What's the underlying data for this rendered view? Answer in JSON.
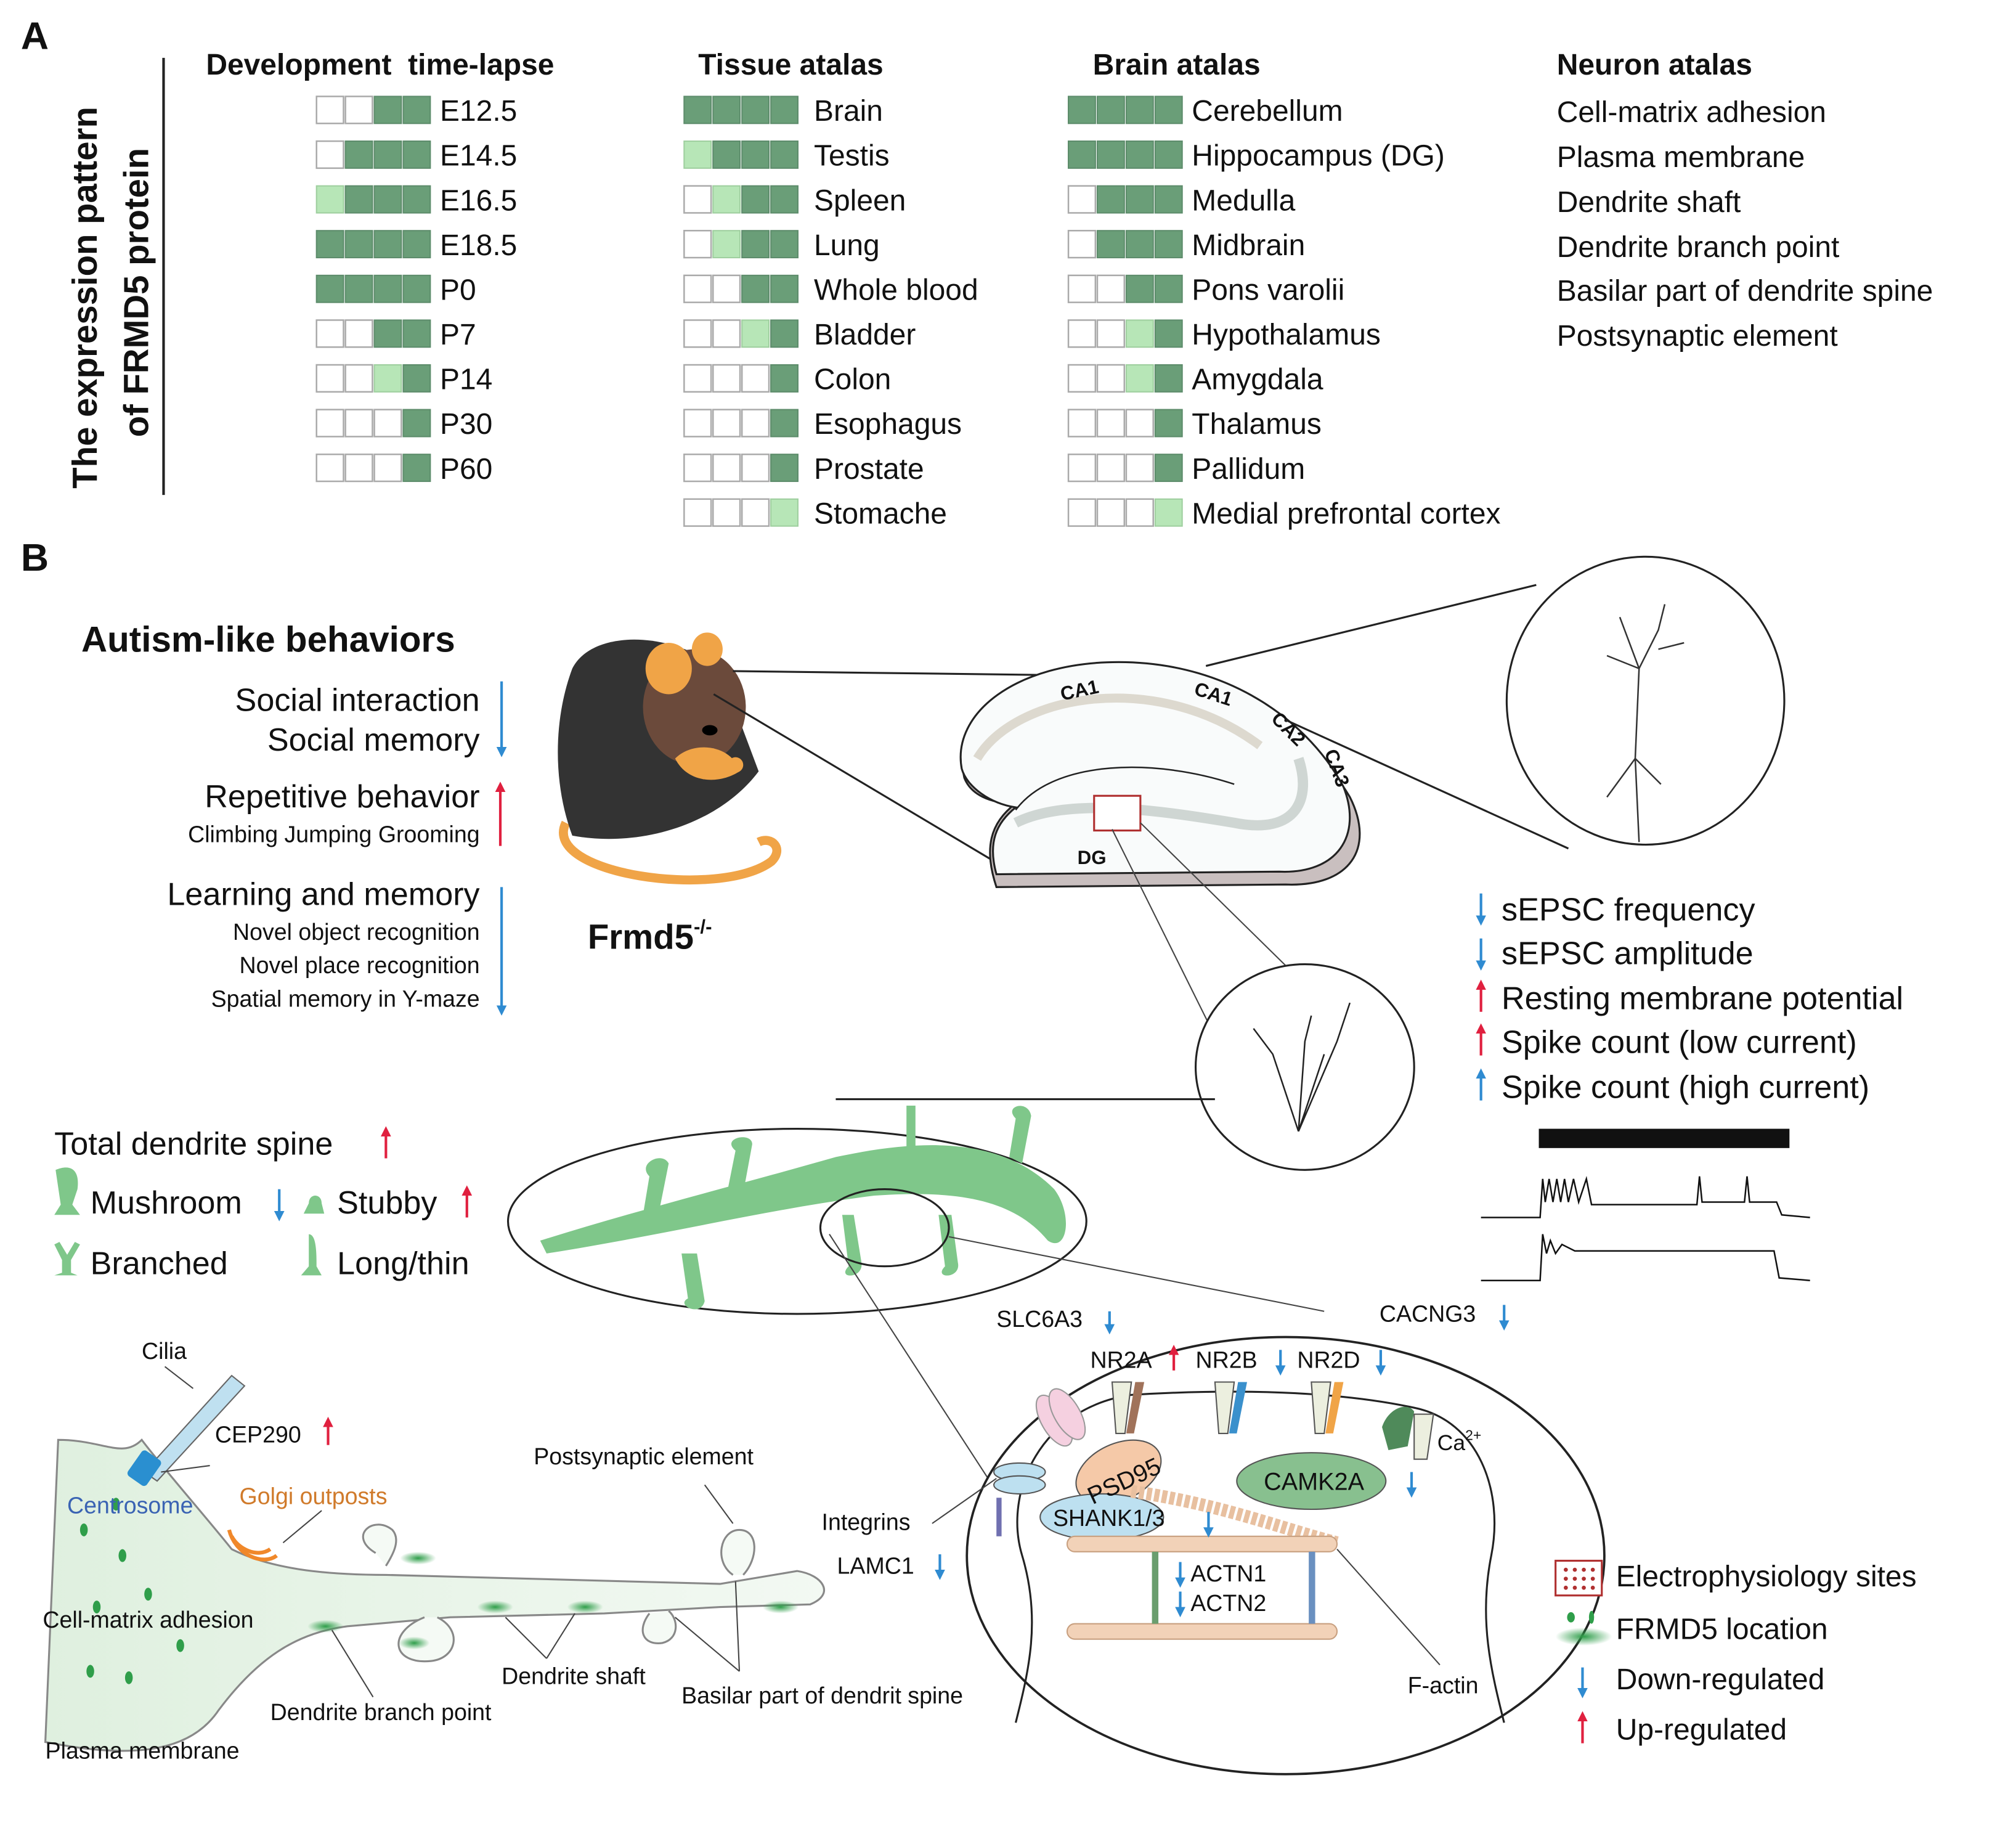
{
  "panel_a": {
    "label": "A",
    "y_axis_title_line1": "The expression pattern",
    "y_axis_title_line2": "of FRMD5 protein",
    "levels_legend": {
      "0": "empty",
      "1": "light",
      "2": "dark"
    },
    "development": {
      "title": "Development  time-lapse",
      "rows": [
        {
          "label": "E12.5",
          "cells": [
            0,
            0,
            2,
            2
          ]
        },
        {
          "label": "E14.5",
          "cells": [
            0,
            2,
            2,
            2
          ]
        },
        {
          "label": "E16.5",
          "cells": [
            1,
            2,
            2,
            2
          ]
        },
        {
          "label": "E18.5",
          "cells": [
            2,
            2,
            2,
            2
          ]
        },
        {
          "label": "P0",
          "cells": [
            2,
            2,
            2,
            2
          ]
        },
        {
          "label": "P7",
          "cells": [
            0,
            0,
            2,
            2
          ]
        },
        {
          "label": "P14",
          "cells": [
            0,
            0,
            1,
            2
          ]
        },
        {
          "label": "P30",
          "cells": [
            0,
            0,
            0,
            2
          ]
        },
        {
          "label": "P60",
          "cells": [
            0,
            0,
            0,
            2
          ]
        }
      ]
    },
    "tissue": {
      "title": "Tissue atalas",
      "rows": [
        {
          "label": "Brain",
          "cells": [
            2,
            2,
            2,
            2
          ]
        },
        {
          "label": "Testis",
          "cells": [
            1,
            2,
            2,
            2
          ]
        },
        {
          "label": "Spleen",
          "cells": [
            0,
            1,
            2,
            2
          ]
        },
        {
          "label": "Lung",
          "cells": [
            0,
            1,
            2,
            2
          ]
        },
        {
          "label": "Whole blood",
          "cells": [
            0,
            0,
            2,
            2
          ]
        },
        {
          "label": "Bladder",
          "cells": [
            0,
            0,
            1,
            2
          ]
        },
        {
          "label": "Colon",
          "cells": [
            0,
            0,
            0,
            2
          ]
        },
        {
          "label": "Esophagus",
          "cells": [
            0,
            0,
            0,
            2
          ]
        },
        {
          "label": "Prostate",
          "cells": [
            0,
            0,
            0,
            2
          ]
        },
        {
          "label": "Stomache",
          "cells": [
            0,
            0,
            0,
            1
          ]
        }
      ]
    },
    "brain": {
      "title": "Brain atalas",
      "rows": [
        {
          "label": "Cerebellum",
          "cells": [
            2,
            2,
            2,
            2
          ]
        },
        {
          "label": "Hippocampus (DG)",
          "cells": [
            2,
            2,
            2,
            2
          ]
        },
        {
          "label": "Medulla",
          "cells": [
            0,
            2,
            2,
            2
          ]
        },
        {
          "label": "Midbrain",
          "cells": [
            0,
            2,
            2,
            2
          ]
        },
        {
          "label": "Pons varolii",
          "cells": [
            0,
            0,
            2,
            2
          ]
        },
        {
          "label": "Hypothalamus",
          "cells": [
            0,
            0,
            1,
            2
          ]
        },
        {
          "label": "Amygdala",
          "cells": [
            0,
            0,
            1,
            2
          ]
        },
        {
          "label": "Thalamus",
          "cells": [
            0,
            0,
            0,
            2
          ]
        },
        {
          "label": "Pallidum",
          "cells": [
            0,
            0,
            0,
            2
          ]
        },
        {
          "label": "Medial prefrontal cortex",
          "cells": [
            0,
            0,
            0,
            1
          ]
        }
      ]
    },
    "neuron": {
      "title": "Neuron atalas",
      "items": [
        "Cell-matrix adhesion",
        "Plasma membrane",
        "Dendrite shaft",
        "Dendrite branch point",
        "Basilar part of dendrite spine",
        "Postsynaptic element"
      ]
    }
  },
  "panel_b": {
    "label": "B",
    "behaviors": {
      "title": "Autism-like behaviors",
      "groups": [
        {
          "direction": "down",
          "lines": [
            {
              "text": "Social interaction",
              "size": "large"
            },
            {
              "text": "Social memory",
              "size": "large"
            }
          ]
        },
        {
          "direction": "up",
          "lines": [
            {
              "text": "Repetitive behavior",
              "size": "large"
            },
            {
              "text": "Climbing Jumping Grooming",
              "size": "small"
            }
          ]
        },
        {
          "direction": "down",
          "lines": [
            {
              "text": "Learning and memory",
              "size": "large"
            },
            {
              "text": "Novel object recognition",
              "size": "small"
            },
            {
              "text": "Novel place recognition",
              "size": "small"
            },
            {
              "text": "Spatial memory in Y-maze",
              "size": "small"
            }
          ]
        }
      ]
    },
    "mouse_label": "Frmd5",
    "mouse_label_sup": "-/-",
    "hippocampus": {
      "regions": [
        "CA1",
        "CA1",
        "CA2",
        "CA3",
        "DG"
      ]
    },
    "electrophysiology": [
      {
        "direction": "down",
        "text": "sEPSC frequency"
      },
      {
        "direction": "down",
        "text": "sEPSC amplitude"
      },
      {
        "direction": "up",
        "text": "Resting membrane potential"
      },
      {
        "direction": "up",
        "text": "Spike count (low current)"
      },
      {
        "direction": "up-blue",
        "text": "Spike count (high current)"
      }
    ],
    "spines": {
      "title": "Total dendrite spine",
      "title_direction": "up",
      "types": [
        {
          "name": "Mushroom",
          "direction": "down"
        },
        {
          "name": "Stubby",
          "direction": "up"
        },
        {
          "name": "Branched",
          "direction": ""
        },
        {
          "name": "Long/thin",
          "direction": ""
        }
      ]
    },
    "neuron_labels": {
      "cilia": "Cilia",
      "cep290": "CEP290",
      "centrosome": "Centrosome",
      "golgi": "Golgi outposts",
      "postsynaptic": "Postsynaptic element",
      "cell_matrix": "Cell-matrix adhesion",
      "dendrite_shaft": "Dendrite shaft",
      "branch_point": "Dendrite branch point",
      "basilar": "Basilar part of dendrit spine",
      "plasma": "Plasma membrane",
      "integrins": "Integrins",
      "lamc1": "LAMC1"
    },
    "synapse": {
      "slc6a3": "SLC6A3",
      "nr2a": "NR2A",
      "nr2b": "NR2B",
      "nr2d": "NR2D",
      "cacng3": "CACNG3",
      "psd95": "PSD95",
      "camk2a": "CAMK2A",
      "shank": "SHANK1/3",
      "actn1": "ACTN1",
      "actn2": "ACTN2",
      "factin": "F-actin",
      "ca": "Ca",
      "ca_sup": "2+"
    },
    "legend": [
      {
        "icon": "electrophysiology-sites",
        "text": "Electrophysiology sites"
      },
      {
        "icon": "frmd5-location",
        "text": "FRMD5 location"
      },
      {
        "icon": "down-arrow",
        "text": "Down-regulated"
      },
      {
        "icon": "up-arrow",
        "text": "Up-regulated"
      }
    ],
    "colors": {
      "down": "#2f8bd1",
      "up": "#e0203f",
      "dark_green": "#6a9e78",
      "light_green": "#b7e6b7",
      "spine_green": "#7fc78a"
    }
  }
}
